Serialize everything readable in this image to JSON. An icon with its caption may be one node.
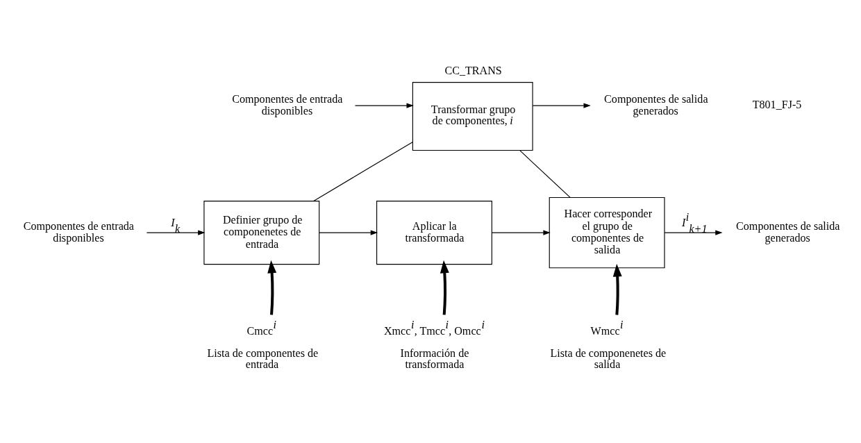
{
  "diagram": {
    "nodes": [
      {
        "text": [
          "Transformar grupo de componentes, *i*"
        ],
        "beside": [
          "CC_TRANS"
        ]
      },
      {
        "text": [
          "Definier grupo de componenetes de entrada"
        ]
      },
      {
        "text": [
          "Aplicar la transformada"
        ]
      },
      {
        "text": [
          "Hacer corresponder el grupo de componentes de salida"
        ]
      },
      {
        "text": [
          "Cmcc$^{i}$",
          "Lista de componentes de entrada"
        ]
      },
      {
        "text": [
          "Xmcc$^{i}$, Tmcc$^{i}$, Omcc$^{i}$",
          "Información de transformada"
        ]
      },
      {
        "text": [
          "Wmcc$^{i}$",
          "Lista de componenetes de salida"
        ]
      },
      {
        "text": [
          "Componentes de entrada disponibles"
        ]
      },
      {
        "text": [
          "Componentes de salida generados"
        ]
      },
      {
        "text": [
          "Componentes de entrada disponibles"
        ]
      },
      {
        "text": [
          "Componentes de salida generados"
        ]
      }
    ],
    "edges": [
      {
        "from": 7,
        "to": 0,
        "arrow": "to"
      },
      {
        "from": 0,
        "to": 8,
        "arrow": "to"
      },
      {
        "from": 0,
        "to": 1,
        "arrow": "none"
      },
      {
        "from": 0,
        "to": 3,
        "arrow": "none"
      },
      {
        "from": 9,
        "to": 1,
        "arrow": "to",
        "label": "*I*$_{k}$"
      },
      {
        "from": 1,
        "to": 2,
        "arrow": "to"
      },
      {
        "from": 2,
        "to": 3,
        "arrow": "to"
      },
      {
        "from": 3,
        "to": 10,
        "arrow": "to",
        "label": "*I*$^{i}$$_{k+1}$"
      },
      {
        "from": 4,
        "to": 1,
        "arrow": "to",
        "style": "thick"
      },
      {
        "from": 5,
        "to": 2,
        "arrow": "to",
        "style": "thick"
      },
      {
        "from": 6,
        "to": 3,
        "arrow": "to",
        "style": "thick"
      }
    ],
    "labels": [
      "T801_FJ-5"
    ]
  }
}
